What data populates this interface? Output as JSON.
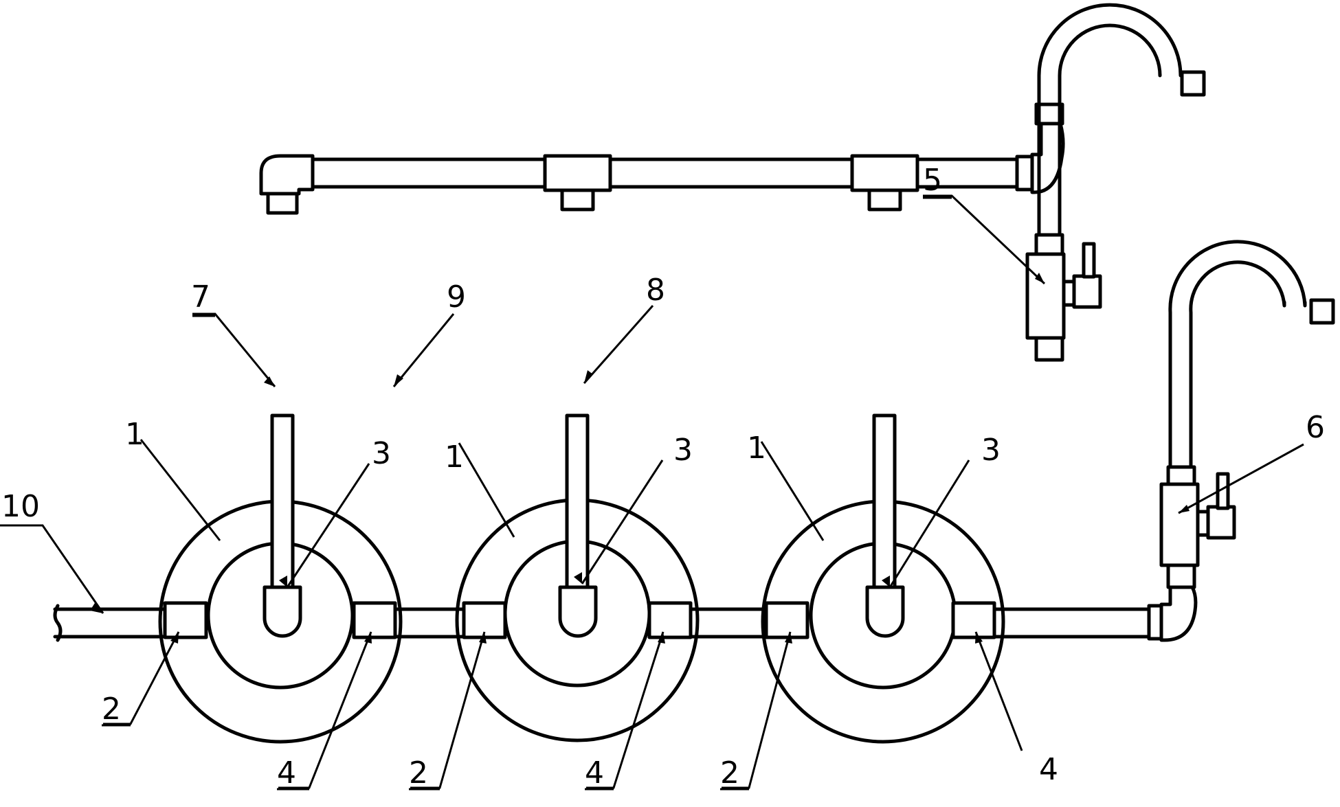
{
  "diagram": {
    "labels": {
      "filter_1_a": "1",
      "filter_1_b": "1",
      "filter_1_c": "1",
      "inlet_2_a": "2",
      "inlet_2_b": "2",
      "inlet_2_c": "2",
      "core_3_a": "3",
      "core_3_b": "3",
      "core_3_c": "3",
      "outlet_4_a": "4",
      "outlet_4_b": "4",
      "outlet_4_c": "4",
      "faucet_5": "5",
      "faucet_6": "6",
      "elbow_7": "7",
      "tee_8": "8",
      "pipe_9": "9",
      "inlet_pipe_10": "10"
    },
    "stroke_color": "#000000",
    "background_color": "#ffffff"
  }
}
